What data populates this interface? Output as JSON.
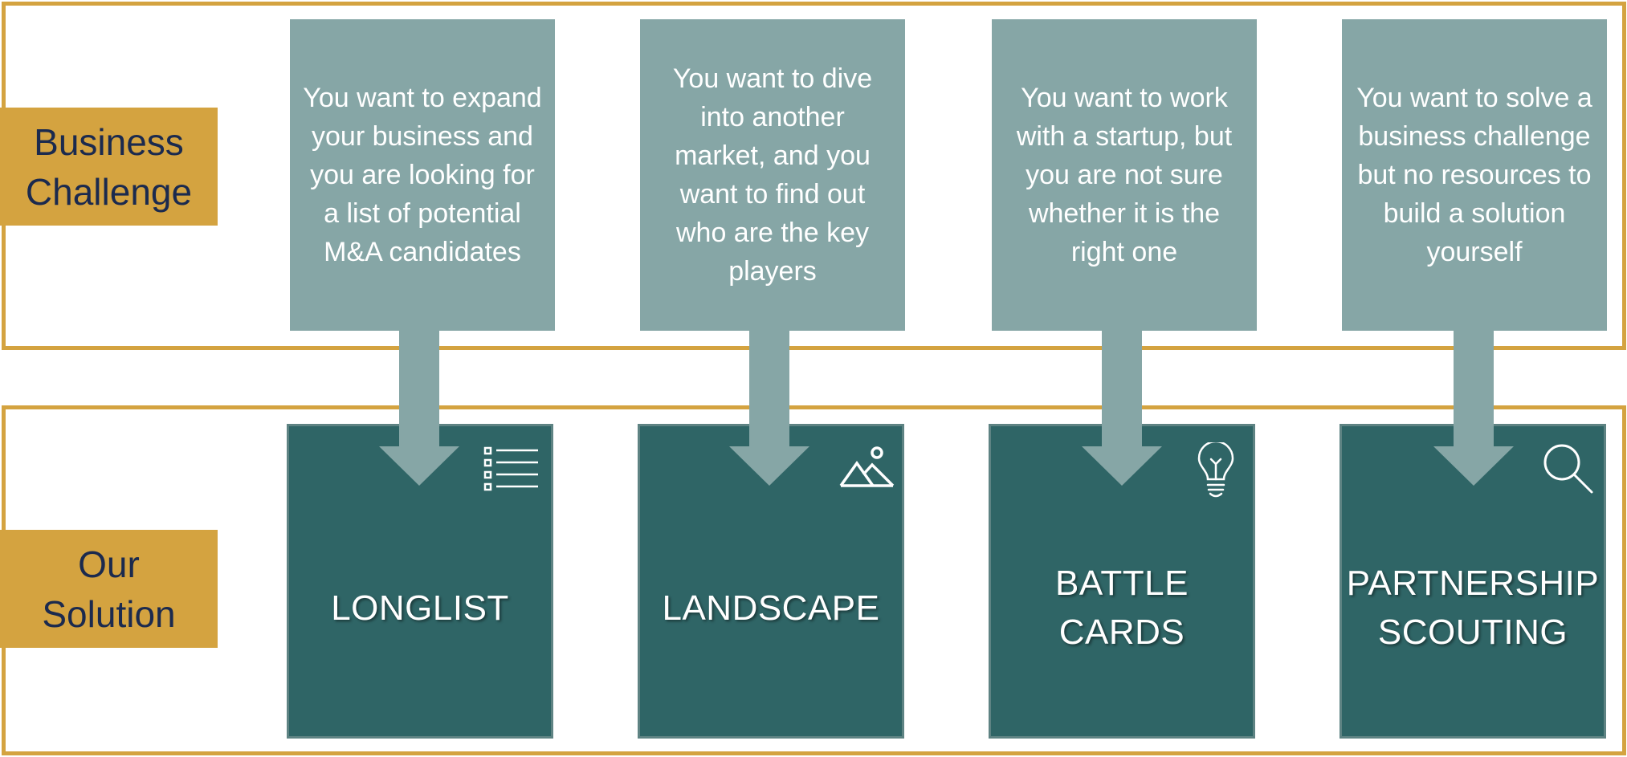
{
  "rows": {
    "business_challenge": "Business\nChallenge",
    "our_solution": "Our\nSolution"
  },
  "challenges": [
    "You want to expand your business and you are looking for a list of potential M&A candidates",
    "You want to dive into another market, and you want to find out who are the key players",
    "You want to work with a startup, but you are not sure whether it is the right one",
    "You want to solve a business challenge  but no resources to build a solution yourself"
  ],
  "solutions": [
    {
      "title": "LONGLIST",
      "icon": "list-icon"
    },
    {
      "title": "LANDSCAPE",
      "icon": "landscape-icon"
    },
    {
      "title": "BATTLE\nCARDS",
      "icon": "lightbulb-icon"
    },
    {
      "title": "PARTNERSHIP\nSCOUTING",
      "icon": "search-icon"
    }
  ],
  "colors": {
    "gold": "#D4A340",
    "navy_text": "#1B2A4E",
    "challenge_box": "#86A6A6",
    "solution_box": "#2F6566"
  }
}
